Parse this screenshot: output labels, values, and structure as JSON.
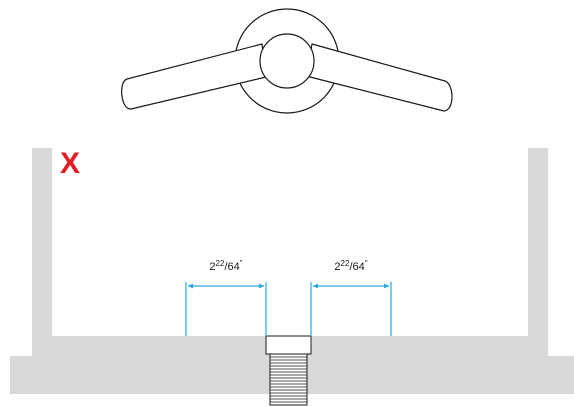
{
  "marker": {
    "text": "X",
    "color": "#e31b23"
  },
  "dimensions": [
    {
      "whole": "2",
      "numerator": "22",
      "denominator": "64",
      "unit": "\""
    },
    {
      "whole": "2",
      "numerator": "22",
      "denominator": "64",
      "unit": "\""
    }
  ],
  "colors": {
    "dimension_line": "#29a9e1",
    "basin": "#d9d9d9",
    "outline": "#1a1a1a"
  },
  "icons": {
    "faucet_handle": "wall-mount-faucet-handle-icon",
    "drain_pipe": "threaded-drain-pipe-icon"
  }
}
